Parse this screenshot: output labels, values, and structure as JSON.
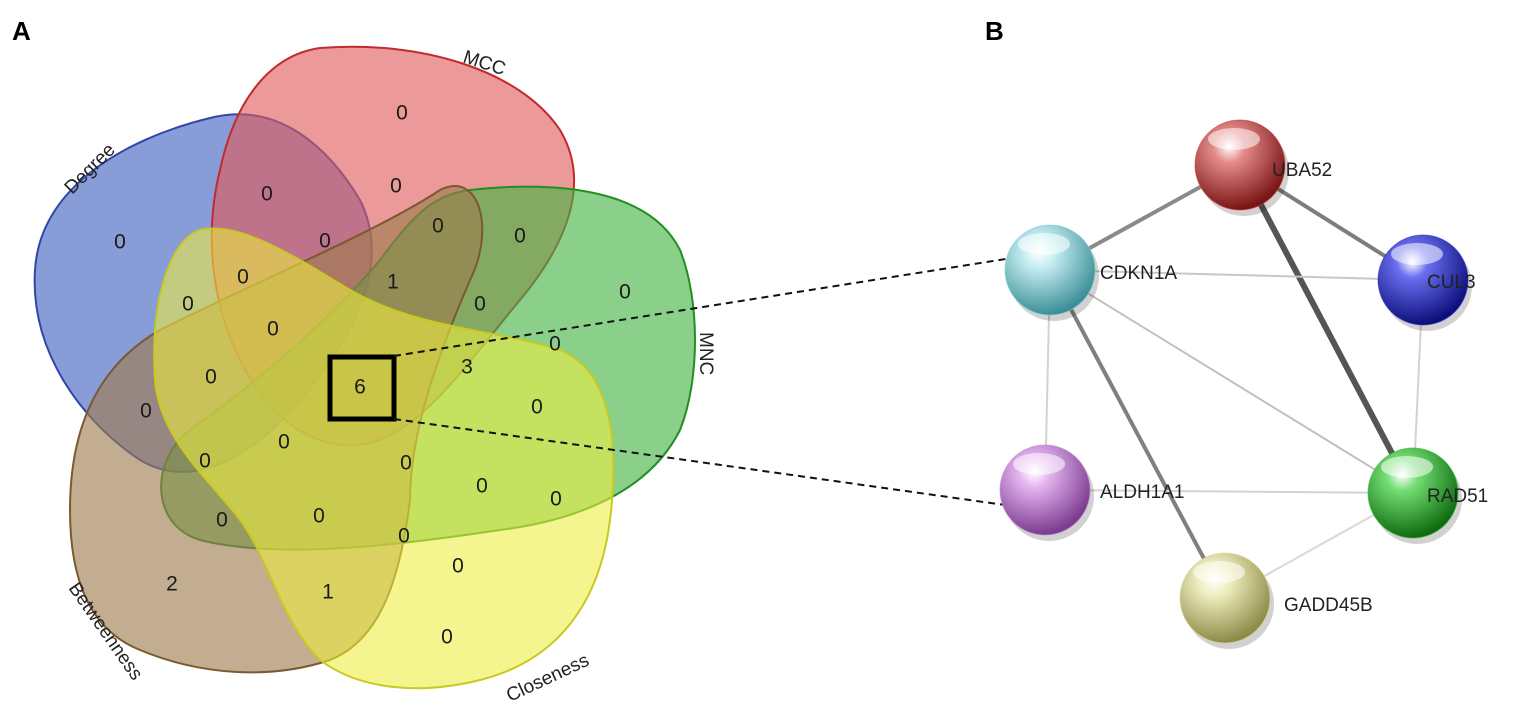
{
  "panels": {
    "a": "A",
    "b": "B"
  },
  "venn": {
    "sets": [
      {
        "label": "MCC",
        "color": "#d9383a"
      },
      {
        "label": "Degree",
        "color": "#3f5fc0"
      },
      {
        "label": "MNC",
        "color": "#2fa72f"
      },
      {
        "label": "Betweenness",
        "color": "#8b6a3e"
      },
      {
        "label": "Closeness",
        "color": "#eded3a"
      }
    ],
    "counts": {
      "mcc_only": "0",
      "degree_only": "0",
      "mnc_only": "0",
      "betweenness_only": "2",
      "closeness_only": "0",
      "r1": "0",
      "r2": "0",
      "r3": "0",
      "r4": "0",
      "r5": "0",
      "r6": "0",
      "r7": "1",
      "r8": "0",
      "r9": "0",
      "r10": "0",
      "r11": "0",
      "r12": "0",
      "r13": "3",
      "r14": "0",
      "r15": "0",
      "r16": "0",
      "r17": "0",
      "r18": "0",
      "r19": "0",
      "r20": "0",
      "r21": "0",
      "r22": "0",
      "r23": "0",
      "r24": "0",
      "r25": "1",
      "r26": "0",
      "core": "6"
    }
  },
  "network": {
    "nodes": [
      {
        "id": "UBA52",
        "color": "#c43a3a"
      },
      {
        "id": "CDKN1A",
        "color": "#7fcfd6"
      },
      {
        "id": "CUL3",
        "color": "#2b2fc4"
      },
      {
        "id": "ALDH1A1",
        "color": "#c77fd9"
      },
      {
        "id": "RAD51",
        "color": "#2eb52e"
      },
      {
        "id": "GADD45B",
        "color": "#d9d78a"
      }
    ],
    "edges": [
      {
        "source": "UBA52",
        "target": "CDKN1A"
      },
      {
        "source": "UBA52",
        "target": "CUL3"
      },
      {
        "source": "UBA52",
        "target": "RAD51"
      },
      {
        "source": "CDKN1A",
        "target": "CUL3"
      },
      {
        "source": "CDKN1A",
        "target": "RAD51"
      },
      {
        "source": "CDKN1A",
        "target": "ALDH1A1"
      },
      {
        "source": "CDKN1A",
        "target": "GADD45B"
      },
      {
        "source": "CUL3",
        "target": "RAD51"
      },
      {
        "source": "ALDH1A1",
        "target": "RAD51"
      },
      {
        "source": "GADD45B",
        "target": "RAD51"
      }
    ]
  }
}
